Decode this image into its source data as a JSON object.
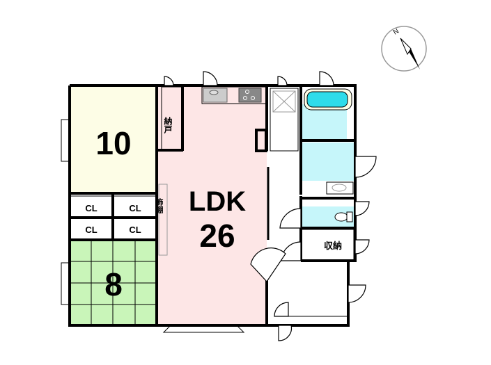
{
  "rooms": {
    "western_room": {
      "label": "10"
    },
    "closets": [
      "CL",
      "CL",
      "CL",
      "CL"
    ],
    "japanese_room": {
      "label": "8"
    },
    "ldk": {
      "label": "LDK",
      "size": "26"
    },
    "storeroom": {
      "label": "納戸"
    },
    "display_shelf": {
      "label": "飾棚"
    },
    "storage": {
      "label": "収納"
    }
  },
  "compass": {
    "label": "N"
  },
  "colors": {
    "western_room": "#fdfde6",
    "japanese_room": "#c9f5b9",
    "ldk": "#fde6e6",
    "wet_area": "#c6f6fa"
  }
}
